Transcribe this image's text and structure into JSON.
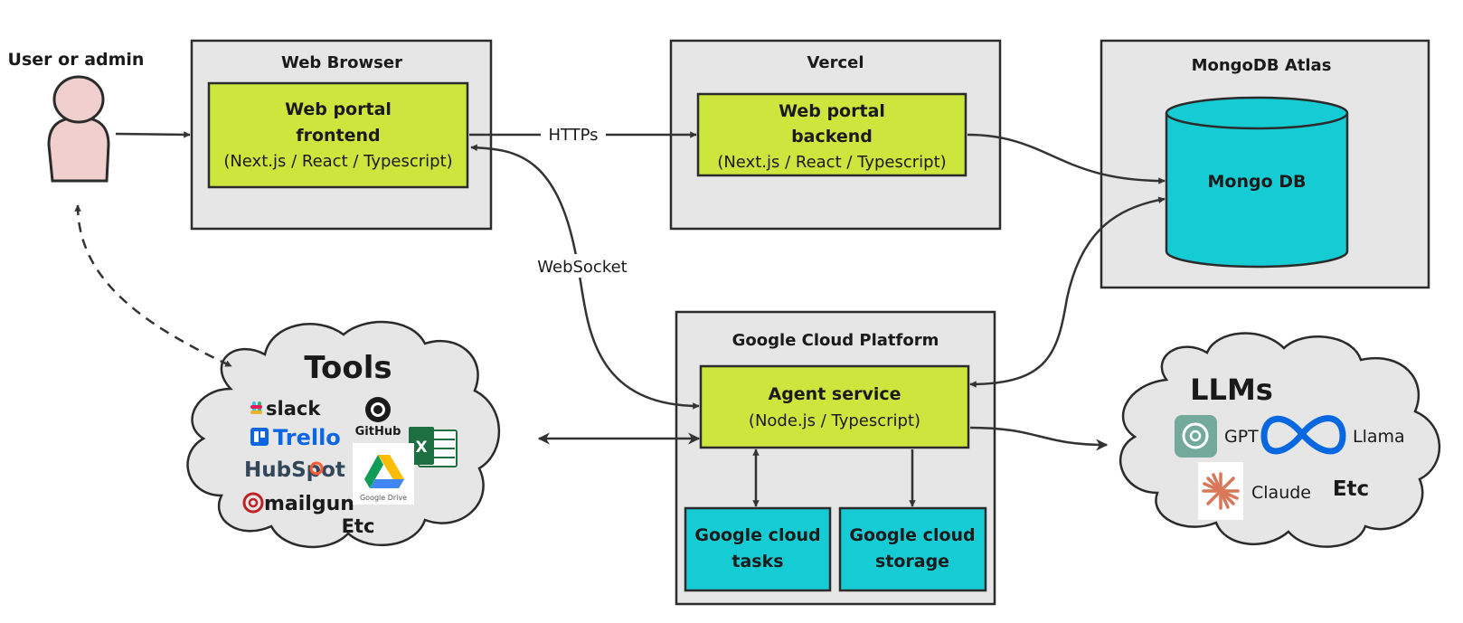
{
  "user": {
    "label": "User or admin"
  },
  "browser": {
    "title": "Web Browser",
    "box_line1": "Web portal",
    "box_line2": "frontend",
    "box_line3": "(Next.js / React / Typescript)"
  },
  "vercel": {
    "title": "Vercel",
    "box_line1": "Web portal",
    "box_line2": "backend",
    "box_line3": "(Next.js / React / Typescript)"
  },
  "mongo": {
    "title": "MongoDB Atlas",
    "db_label": "Mongo DB"
  },
  "gcp": {
    "title": "Google Cloud Platform",
    "agent_line1": "Agent service",
    "agent_line2": "(Node.js / Typescript)",
    "tasks_line1": "Google cloud",
    "tasks_line2": "tasks",
    "storage_line1": "Google cloud",
    "storage_line2": "storage"
  },
  "connections": {
    "https": "HTTPs",
    "websocket": "WebSocket"
  },
  "tools": {
    "title": "Tools",
    "slack": "slack",
    "trello": "Trello",
    "hubspot": "HubSpot",
    "mailgun": "mailgun",
    "github": "GitHub",
    "excel": "X",
    "drive": "Google Drive",
    "etc": "Etc"
  },
  "llms": {
    "title": "LLMs",
    "gpt": "GPT",
    "llama": "Llama",
    "claude": "Claude",
    "etc": "Etc"
  },
  "colors": {
    "frame": "#e6e6e6",
    "component": "#cde63e",
    "storage": "#16ccd4",
    "person": "#f2cfcf",
    "slack_red": "#e01e5a",
    "trello_blue": "#0c66e4",
    "hubspot_gray": "#33475b",
    "hubspot_orange": "#ff5c35",
    "mailgun_red": "#c02126",
    "excel_green": "#1d6f42",
    "gpt_teal": "#74aa9c",
    "meta_blue": "#0668e1",
    "claude_orange": "#d97757"
  },
  "icons": [
    "person-icon",
    "slack-icon",
    "trello-icon",
    "hubspot-icon",
    "mailgun-icon",
    "github-icon",
    "excel-icon",
    "google-drive-icon",
    "openai-icon",
    "meta-icon",
    "claude-icon"
  ]
}
